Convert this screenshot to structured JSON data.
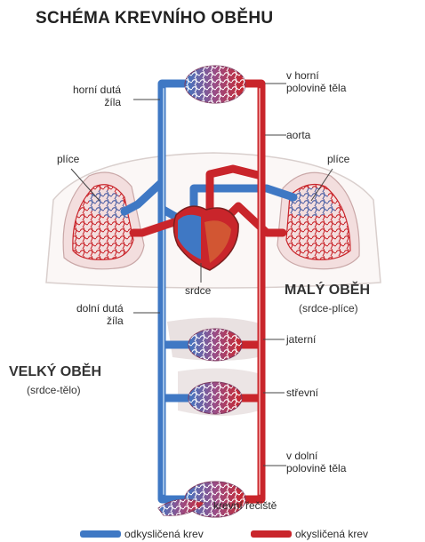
{
  "title": "SCHÉMA KREVNÍHO OBĚHU",
  "colors": {
    "deoxygenated": "#3f78c4",
    "oxygenated": "#c9252b",
    "background": "#ffffff"
  },
  "labels": {
    "horni_duta_zila": [
      "horní dutá",
      "žíla"
    ],
    "v_horni_polovine_tela": [
      "v horní",
      "polovině těla"
    ],
    "aorta": "aorta",
    "plice_left": "plíce",
    "plice_right": "plíce",
    "srdce": "srdce",
    "dolni_duta_zila": [
      "dolní dutá",
      "žíla"
    ],
    "jaterni": "jaterní",
    "strevni": "střevní",
    "v_dolni_polovine_tela": [
      "v dolní",
      "polovině těla"
    ]
  },
  "maly_obeh": {
    "name": "MALÝ OBĚH",
    "desc": "(srdce-plíce)"
  },
  "velky_obeh": {
    "name": "VELKÝ OBĚH",
    "desc": "(srdce-tělo)"
  },
  "legend": {
    "capillary": "krevní řečiště",
    "deoxygenated": "odkysličená krev",
    "oxygenated": "okysličená krev",
    "icons": [
      "capillary-bed-icon",
      "blue-vessel-icon",
      "red-vessel-icon"
    ]
  }
}
